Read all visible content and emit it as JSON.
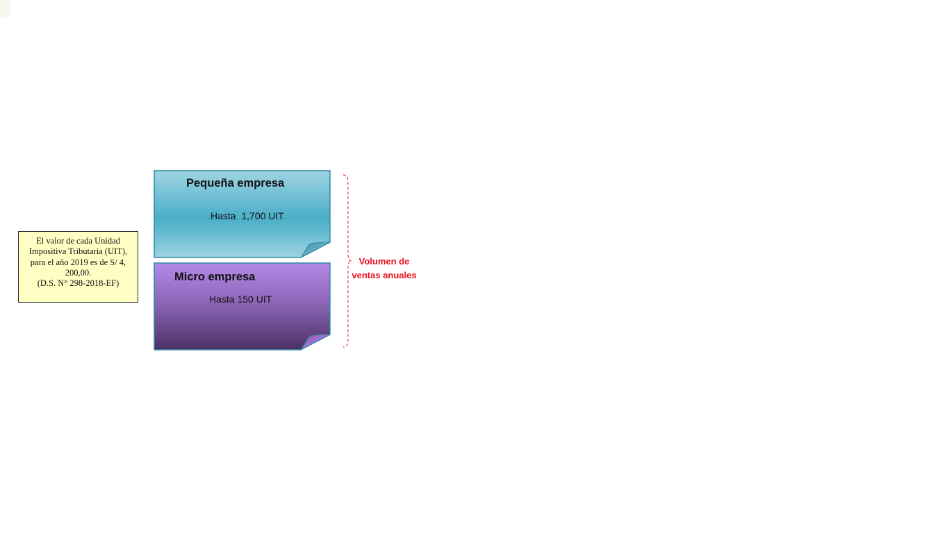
{
  "note": {
    "lines": [
      "El valor de cada Unidad",
      "Impositiva Tributaria (UIT),",
      "para el año 2019 es de S/ 4,",
      "200,00.",
      "(D.S. N° 298-2018-EF)"
    ]
  },
  "categories": [
    {
      "title": "Pequeña empresa",
      "limit": "Hasta  1,700 UIT",
      "color_top": "#9bd2e0",
      "color_bottom": "#48afc8"
    },
    {
      "title": "Micro empresa",
      "limit": "Hasta 150 UIT",
      "color_top": "#b487e6",
      "color_bottom": "#4c3268"
    }
  ],
  "brace": {
    "label_line1": "Volumen de",
    "label_line2": "ventas anuales",
    "color": "#e8111d"
  }
}
